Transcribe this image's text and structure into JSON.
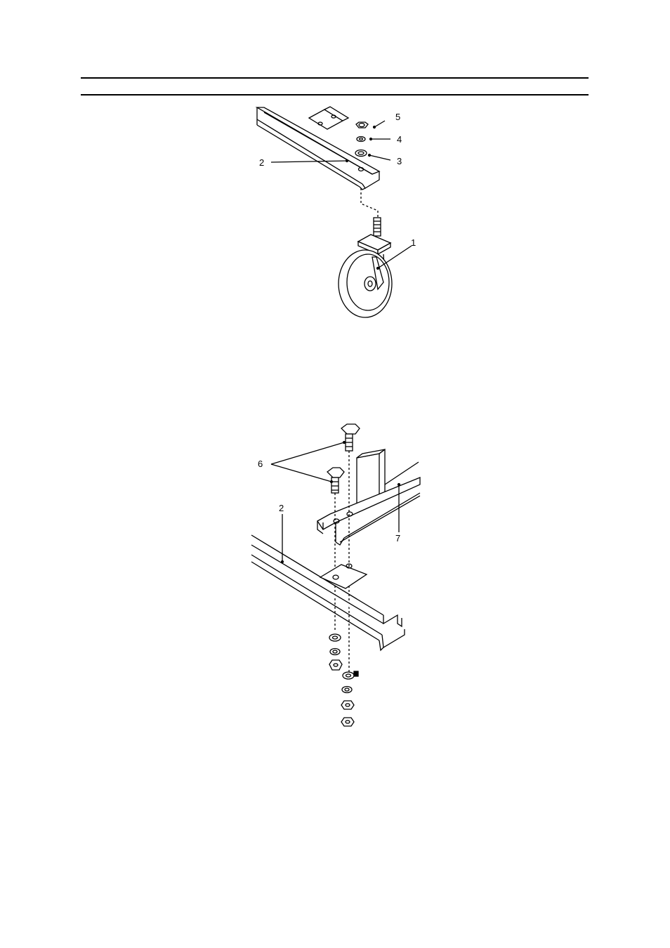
{
  "figure_top": {
    "callouts": [
      "5",
      "4",
      "3",
      "2",
      "1"
    ]
  },
  "figure_bottom": {
    "callouts": [
      "6",
      "2",
      "7"
    ]
  }
}
